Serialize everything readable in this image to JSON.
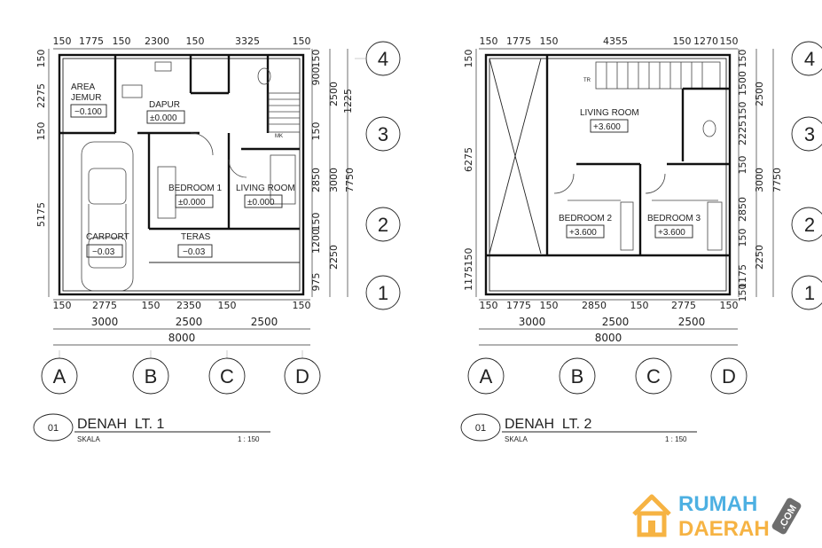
{
  "plan1": {
    "dims_top": [
      "150",
      "1775",
      "150",
      "2300",
      "150",
      "3325",
      "150"
    ],
    "dims_bottom": [
      "150",
      "2775",
      "150",
      "2350",
      "150"
    ],
    "dims_bottom_mid": [
      "3000",
      "2500",
      "2500"
    ],
    "total_bottom": "8000",
    "dims_left": [
      "150",
      "2275",
      "150",
      "5175"
    ],
    "dims_right_a": [
      "150",
      "900",
      "2500",
      "1225",
      "150"
    ],
    "dims_right_b": [
      "150",
      "2850",
      "3000",
      "7750",
      "150",
      "1200",
      "2250",
      "975",
      "150"
    ],
    "rooms": {
      "area_jemur": "AREA\nJEMUR",
      "area_jemur_line1": "AREA",
      "area_jemur_line2": "JEMUR",
      "area_jemur_lvl": "−0.100",
      "dapur": "DAPUR",
      "dapur_lvl": "±0.000",
      "bedroom1": "BEDROOM 1",
      "bedroom1_lvl": "±0.000",
      "living": "LIVING ROOM",
      "living_lvl": "±0.000",
      "carport": "CARPORT",
      "carport_lvl": "−0.03",
      "teras": "TERAS",
      "teras_lvl": "−0.03",
      "mk": "MK"
    },
    "title_no": "01",
    "title": "DENAH  LT. 1",
    "scale_label": "SKALA",
    "scale": "1 : 150"
  },
  "plan2": {
    "dims_top": [
      "150",
      "1775",
      "150",
      "4355",
      "150",
      "1270",
      "150"
    ],
    "dims_bottom": [
      "150",
      "1775",
      "150",
      "2850",
      "150",
      "2775",
      "150"
    ],
    "dims_bottom_mid": [
      "3000",
      "2500",
      "2500"
    ],
    "total_bottom": "8000",
    "dims_left": [
      "150",
      "6275",
      "150",
      "1175"
    ],
    "dims_right_a": [
      "150",
      "1500",
      "2500",
      "150"
    ],
    "dims_right_b": [
      "2225",
      "150",
      "3000",
      "7750",
      "2850",
      "150",
      "2250",
      "1175",
      "150"
    ],
    "rooms": {
      "living": "LIVING ROOM",
      "living_lvl": "+3.600",
      "bedroom2": "BEDROOM 2",
      "bedroom2_lvl": "+3.600",
      "bedroom3": "BEDROOM 3",
      "bedroom3_lvl": "+3.600",
      "tr": "TR"
    },
    "title_no": "01",
    "title": "DENAH  LT. 2",
    "scale_label": "SKALA",
    "scale": "1 : 150"
  },
  "grid_rows": [
    "4",
    "3",
    "2",
    "1"
  ],
  "grid_cols": [
    "A",
    "B",
    "C",
    "D"
  ],
  "logo": {
    "line1": "RUMAH",
    "line2": "DAERAH",
    "suffix": ".COM",
    "color_blue": "#2fa3dd",
    "color_orange": "#f5a623"
  }
}
